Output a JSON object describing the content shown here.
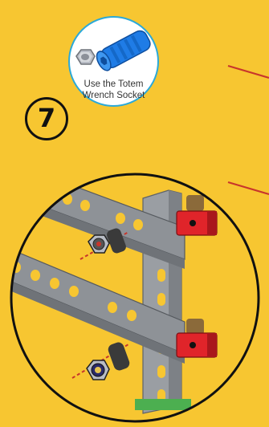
{
  "step": {
    "number": "7"
  },
  "tool_callout": {
    "caption_line1": "Use the Totem",
    "caption_line2": "Wrench Socket"
  },
  "colors": {
    "background": "#F7C631",
    "callout_border": "#2BA9D9",
    "socket_blue": "#1F7CE6",
    "nut_silver": "#B8BCC5",
    "beam_gray": "#8E9297",
    "bracket_red": "#E0242A",
    "pointer_red": "#C8352B",
    "outline": "#111111"
  },
  "icons": [
    "wrench-socket-icon",
    "hex-nut-icon",
    "assembly-zoom-illustration"
  ]
}
